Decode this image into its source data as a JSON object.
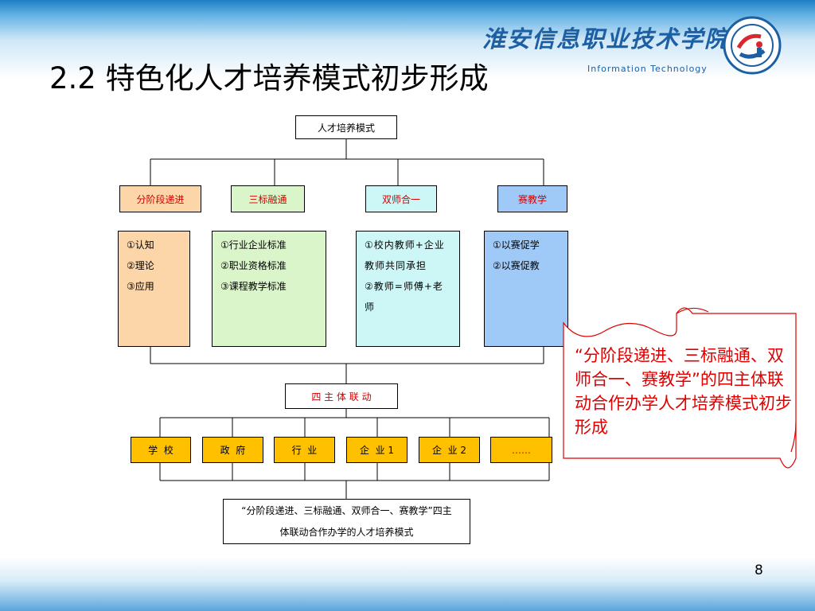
{
  "slide": {
    "title": "2.2 特色化人才培养模式初步形成",
    "page_number": "8"
  },
  "header": {
    "school_name_cn": "淮安信息职业技术学院",
    "school_name_en_fragment": "Information Technology"
  },
  "diagram": {
    "root": "人才培养模式",
    "categories": [
      {
        "label": "分阶段递进",
        "items": [
          "①认知",
          "②理论",
          "③应用"
        ],
        "bg": "#fcd5a8",
        "label_color": "#d40000"
      },
      {
        "label": "三标融通",
        "items": [
          "①行业企业标准",
          "②职业资格标准",
          "③课程教学标准"
        ],
        "bg": "#d9f5c9",
        "label_color": "#d40000"
      },
      {
        "label": "双师合一",
        "items": [
          "①校内教师+企业教师共同承担",
          "②教师=师傅+老师"
        ],
        "bg": "#cdf6f6",
        "label_color": "#d40000"
      },
      {
        "label": "赛教学",
        "items": [
          "①以赛促学",
          "②以赛促教"
        ],
        "bg": "#9fc9f7",
        "label_color": "#d40000"
      }
    ],
    "integration_label": "四 主 体 联 动",
    "participants": [
      "学  校",
      "政  府",
      "行  业",
      "企  业 1",
      "企  业 2",
      "……"
    ],
    "participant_bg": "#ffc000",
    "result_label": "“分阶段递进、三标融通、双师合一、赛教学”四主体联动合作办学的人才培养模式"
  },
  "callout": {
    "text": "“分阶段递进、三标融通、双师合一、赛教学”的四主体联动合作办学人才培养模式初步形成",
    "color": "#e00000"
  }
}
